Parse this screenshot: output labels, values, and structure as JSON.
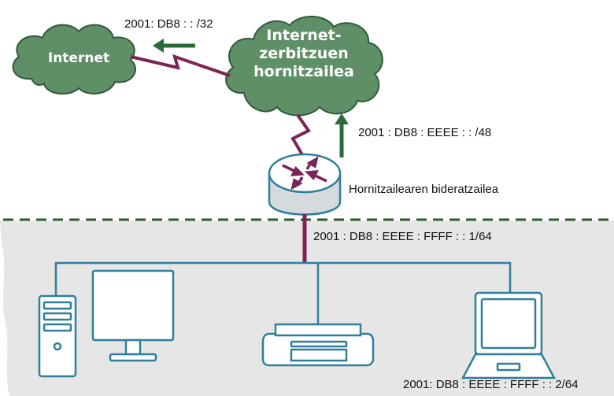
{
  "clouds": {
    "internet": {
      "label": "Internet"
    },
    "isp": {
      "line1": "Internet-",
      "line2": "zerbitzuen",
      "line3": "hornitzailea"
    }
  },
  "labels": {
    "isp_to_internet_prefix": "2001: DB8 : : /32",
    "router_to_isp_prefix": "2001 : DB8 : EEEE : : /48",
    "router_name": "Hornitzailearen bideratzailea",
    "lan_router_address": "2001 : DB8 : EEEE : FFFF : : 1/64",
    "laptop_address": "2001: DB8 : EEEE : FFFF : : 2/64"
  },
  "colors": {
    "cloud_fill": "#5f8f67",
    "cloud_stroke": "#2f5a3a",
    "link": "#7b2456",
    "arrow": "#2c6a3c",
    "lan_background": "#e6e6e6",
    "device_stroke": "#2f7f9c",
    "device_fill": "#ffffff",
    "dashed_boundary": "#2c5a35"
  },
  "icons": [
    "cloud-icon",
    "router-icon",
    "desktop-tower-icon",
    "monitor-icon",
    "printer-icon",
    "laptop-icon",
    "arrow-icon"
  ]
}
